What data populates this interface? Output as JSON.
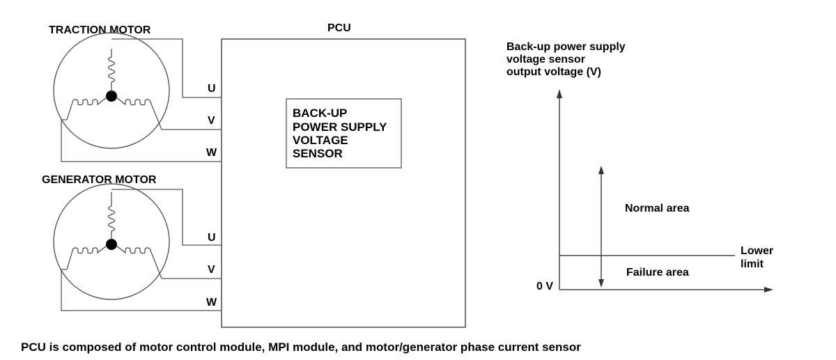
{
  "traction_motor": {
    "title": "TRACTION MOTOR",
    "phases": [
      "U",
      "V",
      "W"
    ]
  },
  "generator_motor": {
    "title": "GENERATOR MOTOR",
    "phases": [
      "U",
      "V",
      "W"
    ]
  },
  "pcu": {
    "title": "PCU",
    "sensor_lines": [
      "BACK-UP",
      "POWER SUPPLY",
      "VOLTAGE",
      "SENSOR"
    ]
  },
  "graph": {
    "y_axis_label_lines": [
      "Back-up power supply",
      "voltage sensor",
      "output voltage (V)"
    ],
    "zero_label": "0 V",
    "normal_area": "Normal area",
    "failure_area": "Failure area",
    "lower_limit_lines": [
      "Lower",
      "limit"
    ]
  },
  "caption": "PCU is composed of motor control module, MPI module, and motor/generator phase current sensor"
}
